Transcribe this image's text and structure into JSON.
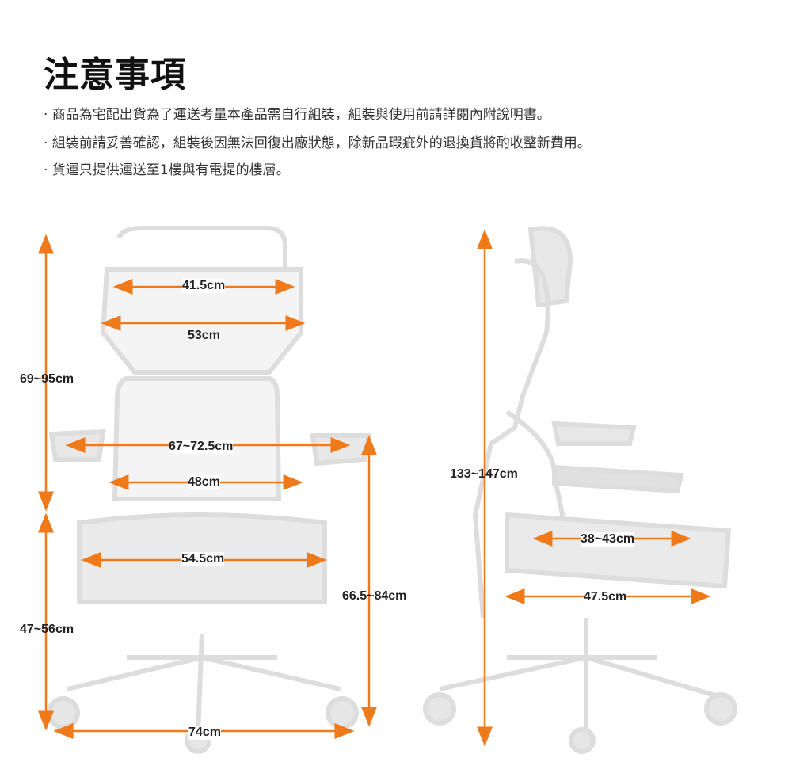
{
  "title": "注意事項",
  "notes": [
    "· 商品為宅配出貨為了運送考量本產品需自行組裝，組裝與使用前請詳閱內附說明書。",
    "· 組裝前請妥善確認，組裝後因無法回復出廠狀態，除新品瑕疵外的退換貨將酌收整新費用。",
    "· 貨運只提供運送至1樓與有電提的樓層。"
  ],
  "accent_color": "#f07a1a",
  "dimensions": {
    "headrest_inner": "41.5cm",
    "headrest_outer": "53cm",
    "upper_height": "69~95cm",
    "armrest_span": "67~72.5cm",
    "back_width": "48cm",
    "seat_width": "54.5cm",
    "armrest_height": "66.5~84cm",
    "seat_height": "47~56cm",
    "base_width": "74cm",
    "total_height": "133~147cm",
    "seat_depth_adjust": "38~43cm",
    "seat_depth": "47.5cm"
  }
}
